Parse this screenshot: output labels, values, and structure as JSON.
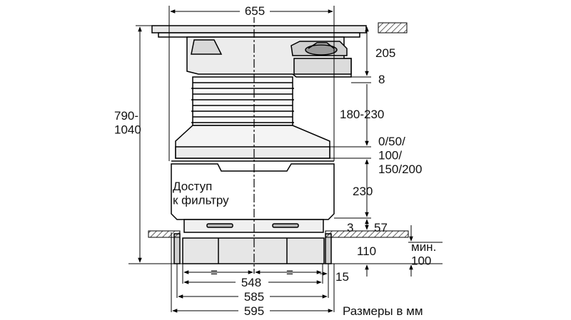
{
  "dimensions": {
    "top_width": "655",
    "total_height": "790-\n1040",
    "d205": "205",
    "d8": "8",
    "d180_230": "180-230",
    "d_adjust": "0/50/\n100/\n150/200",
    "d230": "230",
    "d3": "3",
    "d57": "57",
    "d110": "110",
    "d_min100": "мин.\n100",
    "d15": "15",
    "d548": "548",
    "d585": "585",
    "d595": "595",
    "equal_mark": "="
  },
  "labels": {
    "filter_access": "Доступ\nк фильтру",
    "units_note": "Размеры в мм"
  }
}
